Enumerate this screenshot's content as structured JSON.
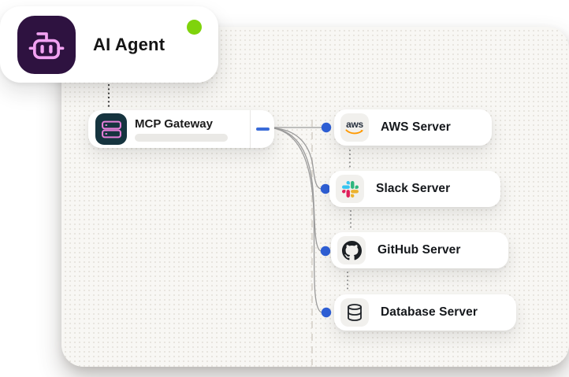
{
  "diagram": {
    "agent": {
      "label": "AI Agent",
      "icon": "robot-icon",
      "status_dot_color": "#7FD30C"
    },
    "gateway": {
      "label": "MCP Gateway",
      "icon": "server-stack-icon",
      "collapse_icon": "minus-icon",
      "progress_pill": ""
    },
    "servers": [
      {
        "label": "AWS Server",
        "icon": "aws-icon"
      },
      {
        "label": "Slack Server",
        "icon": "slack-icon"
      },
      {
        "label": "GitHub Server",
        "icon": "github-icon"
      },
      {
        "label": "Database Server",
        "icon": "database-icon"
      }
    ],
    "aws_word": "aws",
    "colors": {
      "connection_dot": "#2E5FD6",
      "minus_accent": "#3A6BD8",
      "agent_icon_bg": "#2E1240",
      "agent_icon_fg": "#F2A2F2",
      "gateway_icon_bg": "#16343F",
      "gateway_icon_fg": "#E77FD9",
      "status_green": "#7FD30C",
      "aws_orange": "#FF9900",
      "aws_navy": "#252F3E",
      "github_black": "#1B1F23",
      "slack_blue": "#36C5F0",
      "slack_green": "#2EB67D",
      "slack_red": "#E01E5A",
      "slack_yellow": "#ECB22E",
      "canvas_bg": "#f8f7f4",
      "curve_gray": "#9b9b9b"
    }
  }
}
